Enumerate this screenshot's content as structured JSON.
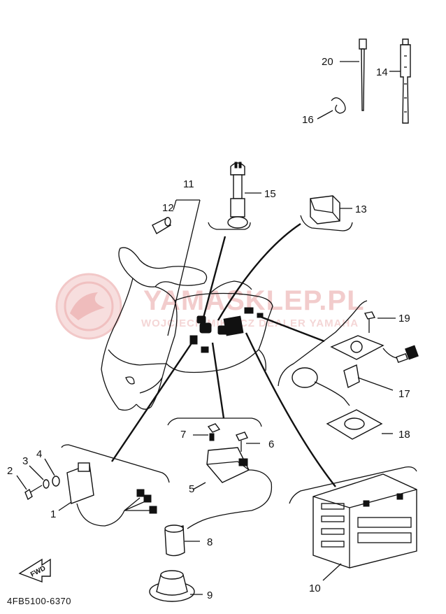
{
  "watermark": {
    "brand": "YAMASKLEP.PL",
    "tagline": "WOJCIECH MIKA CZ DEALER YAMAHA"
  },
  "diagram_code": "4FB5100-6370",
  "fwd_label": "FWD",
  "callouts": {
    "c1": "1",
    "c2": "2",
    "c3": "3",
    "c4": "4",
    "c5": "5",
    "c6": "6",
    "c7": "7",
    "c8": "8",
    "c9": "9",
    "c10": "10",
    "c11": "11",
    "c12": "12",
    "c13": "13",
    "c14": "14",
    "c15": "15",
    "c16": "16",
    "c17": "17",
    "c18": "18",
    "c19": "19",
    "c20": "20"
  }
}
